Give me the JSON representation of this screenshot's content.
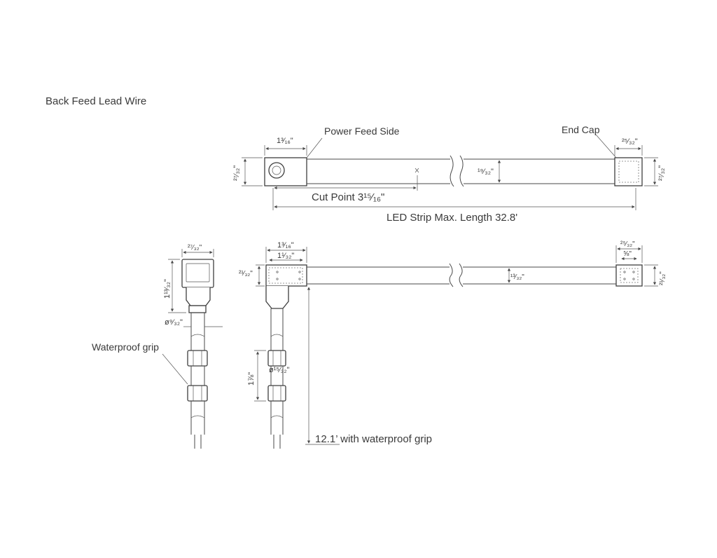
{
  "title": "Back Feed Lead Wire",
  "labels": {
    "power_feed_side": "Power Feed Side",
    "end_cap": "End Cap",
    "cut_point": "Cut Point 3¹⁵⁄₁₆\"",
    "max_length": "LED Strip Max. Length 32.8'",
    "waterproof_grip": "Waterproof grip",
    "lead_length": "12.1’ with waterproof grip"
  },
  "dimensions": {
    "top_view": {
      "feed_width": "1³⁄₁₆\"",
      "height_left": "²⁷⁄₃₂\"",
      "strip_height": "¹⁹⁄₃₂\"",
      "cap_width": "²⁵⁄₃₂\"",
      "height_right": "²⁷⁄₃₂\""
    },
    "side_view": {
      "feed_width": "1³⁄₁₆\"",
      "feed_inner": "1¹⁄₃₂\"",
      "height_left": "²¹⁄₃₂\"",
      "strip_height": "¹³⁄₃₂\"",
      "cap_width": "²⁵⁄₃₂\"",
      "cap_inner": "⅝\"",
      "height_right": "²¹⁄₃₂\"",
      "grip_length": "1⅞\"",
      "grip_diameter": "ø¹⁵⁄₃₂\""
    },
    "end_view": {
      "width": "²⁷⁄₃₂\"",
      "height": "1¹³⁄₃₂\"",
      "cable_diameter": "ø⁹⁄₃₂\""
    }
  }
}
